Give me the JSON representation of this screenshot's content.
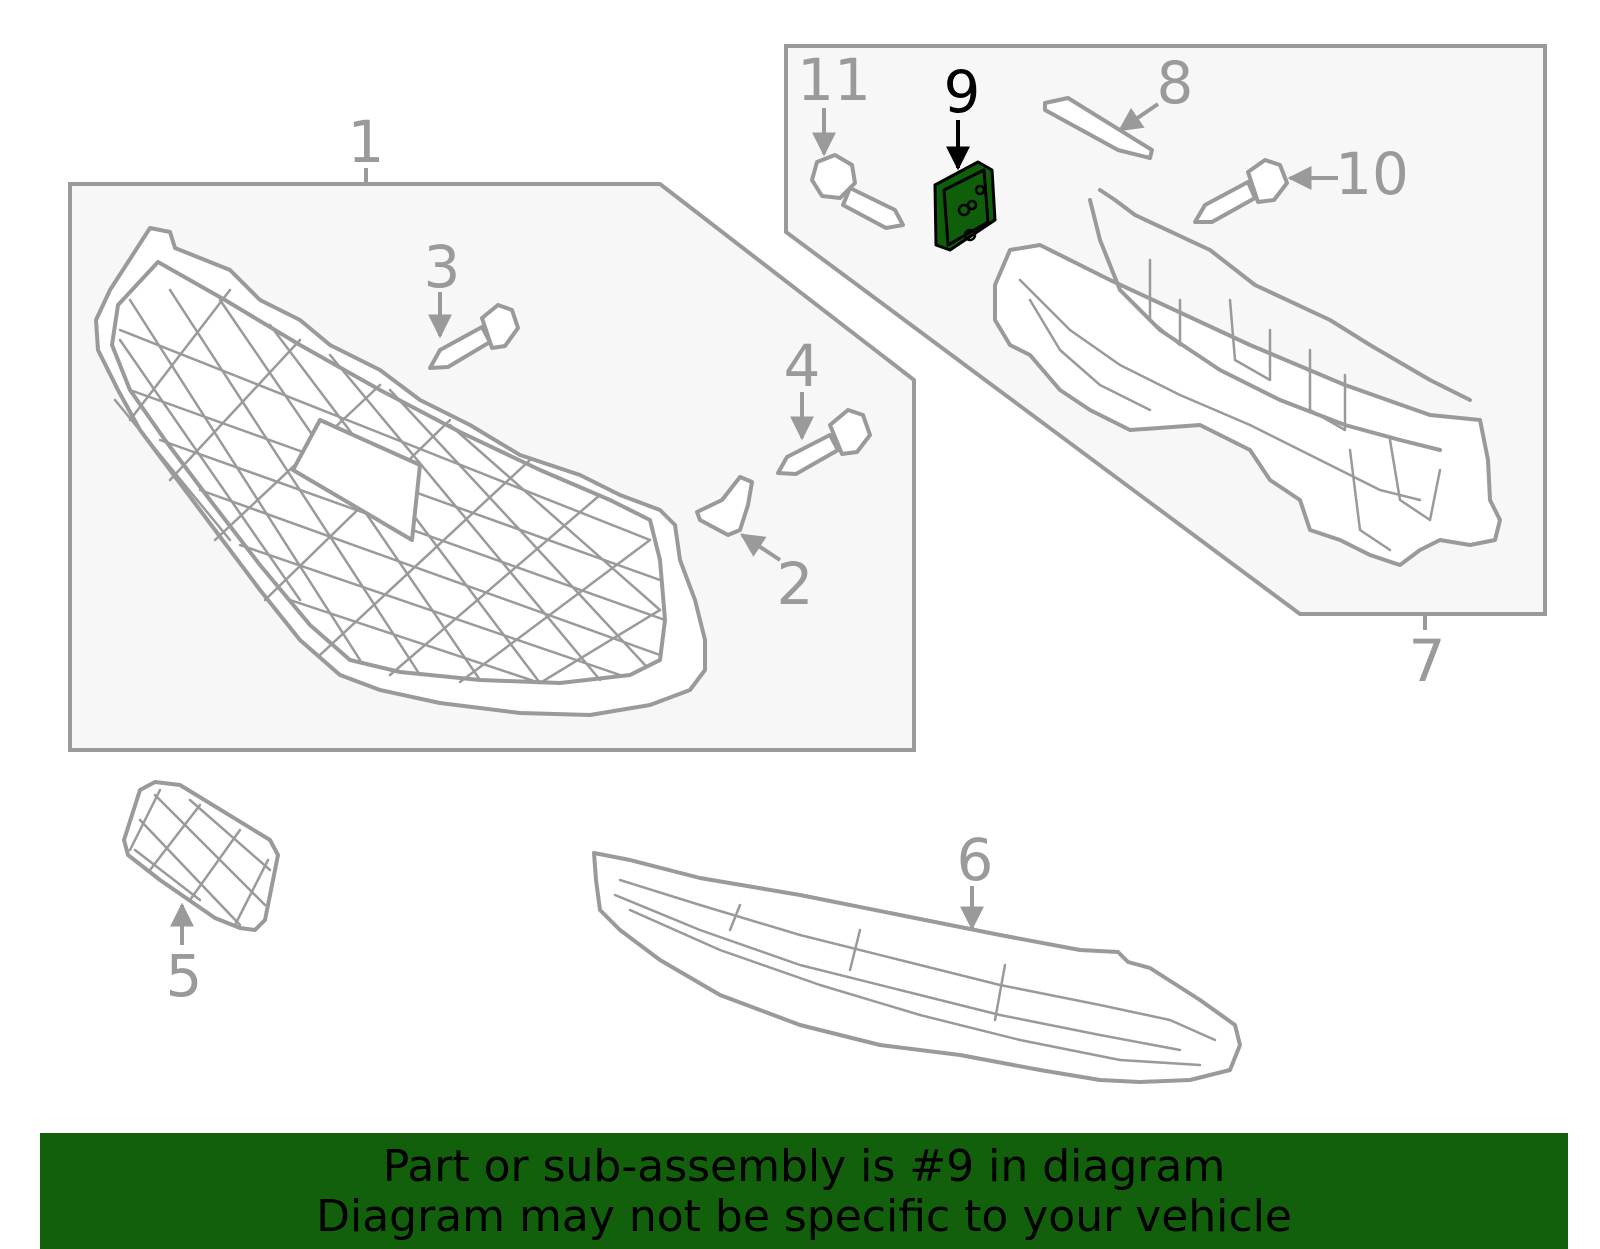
{
  "callouts": [
    {
      "id": "label-1",
      "text": "1"
    },
    {
      "id": "label-2",
      "text": "2"
    },
    {
      "id": "label-3",
      "text": "3"
    },
    {
      "id": "label-4",
      "text": "4"
    },
    {
      "id": "label-5",
      "text": "5"
    },
    {
      "id": "label-6",
      "text": "6"
    },
    {
      "id": "label-7",
      "text": "7"
    },
    {
      "id": "label-8",
      "text": "8"
    },
    {
      "id": "label-9",
      "text": "9"
    },
    {
      "id": "label-10",
      "text": "10"
    },
    {
      "id": "label-11",
      "text": "11"
    }
  ],
  "highlighted_part": "9",
  "colors": {
    "line": "#9a9a9a",
    "highlight_fill": "#0f5e0a",
    "highlight_stroke": "#000000",
    "banner": "#12600b"
  },
  "banner": {
    "line1": "Part or sub-assembly is #9 in diagram",
    "line2": "Diagram may not be specific to your vehicle"
  }
}
